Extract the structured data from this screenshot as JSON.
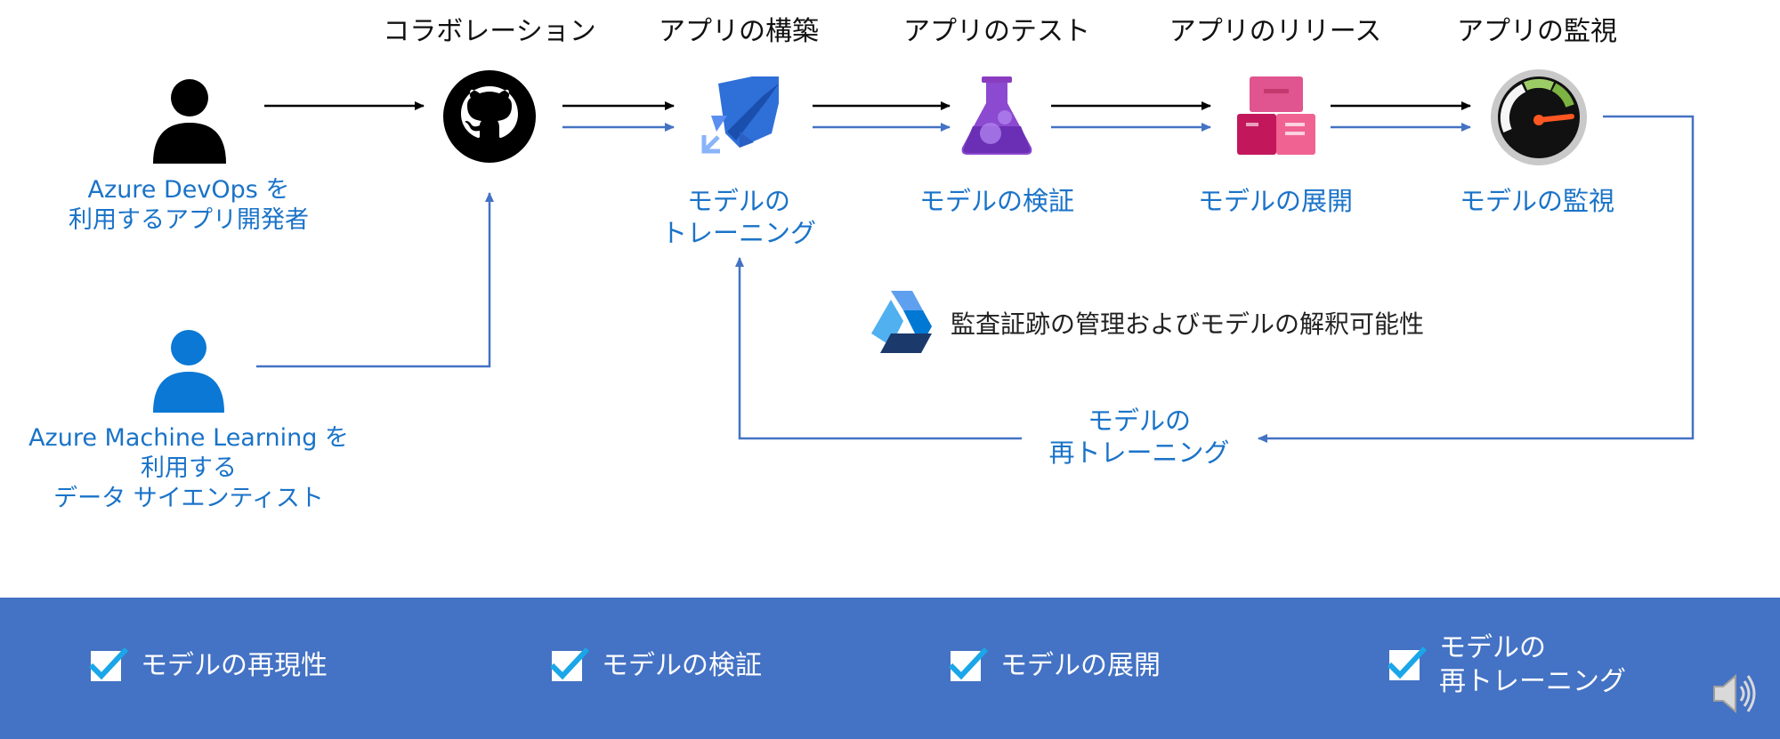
{
  "stages": [
    {
      "title": "コラボレーション"
    },
    {
      "title": "アプリの構築",
      "label_line1": "モデルの",
      "label_line2": "トレーニング"
    },
    {
      "title": "アプリのテスト",
      "label": "モデルの検証"
    },
    {
      "title": "アプリのリリース",
      "label": "モデルの展開"
    },
    {
      "title": "アプリの監視",
      "label": "モデルの監視"
    }
  ],
  "actors": {
    "devops": {
      "line1": "Azure DevOps を",
      "line2": "利用するアプリ開発者"
    },
    "data_scientist": {
      "line1": "Azure Machine Learning を",
      "line2": "利用する",
      "line3": "データ サイエンティスト"
    }
  },
  "audit": {
    "text": "監査証跡の管理およびモデルの解釈可能性"
  },
  "retrain": {
    "line1": "モデルの",
    "line2": "再トレーニング"
  },
  "checklist": [
    {
      "label": "モデルの再現性"
    },
    {
      "label": "モデルの検証"
    },
    {
      "label": "モデルの展開"
    },
    {
      "line1": "モデルの",
      "line2": "再トレーニング"
    }
  ],
  "icons": {
    "person_dark": "person-icon",
    "person_blue": "person-icon",
    "github": "github-icon",
    "pipelines": "azure-pipelines-icon",
    "flask": "test-flask-icon",
    "artifacts": "release-artifacts-icon",
    "gauge": "monitor-gauge-icon",
    "ml": "azure-ml-icon",
    "speaker": "speaker-icon"
  },
  "colors": {
    "accent_blue": "#4472c4",
    "label_blue": "#1a73c8",
    "black_arrow": "#000000"
  }
}
